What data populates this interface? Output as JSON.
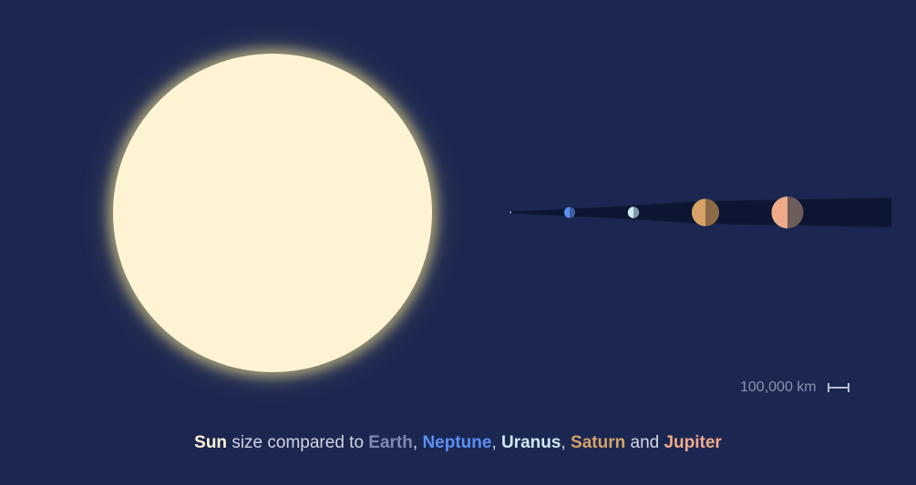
{
  "colors": {
    "background": "#1b2751",
    "sun": "#fef4d4",
    "earth": "#7f88b5",
    "neptune": "#5b8ff2",
    "uranus": "#cfe8f2",
    "saturn": "#d6a268",
    "jupiter": "#efaa8a",
    "text": "#d2d6e2"
  },
  "bodies": [
    {
      "name": "Sun",
      "color": "#fef4d4"
    },
    {
      "name": "Earth",
      "color": "#7f88b5"
    },
    {
      "name": "Neptune",
      "color": "#5b8ff2"
    },
    {
      "name": "Uranus",
      "color": "#cfe8f2"
    },
    {
      "name": "Saturn",
      "color": "#d6a268"
    },
    {
      "name": "Jupiter",
      "color": "#efaa8a"
    }
  ],
  "scale": {
    "label": "100,000 km"
  },
  "caption": {
    "sun": "Sun",
    "t1": "size compared to",
    "earth": "Earth",
    "c1": ",",
    "neptune": "Neptune",
    "c2": ",",
    "uranus": "Uranus",
    "c3": ",",
    "saturn": "Saturn",
    "and": "and",
    "jupiter": "Jupiter"
  }
}
